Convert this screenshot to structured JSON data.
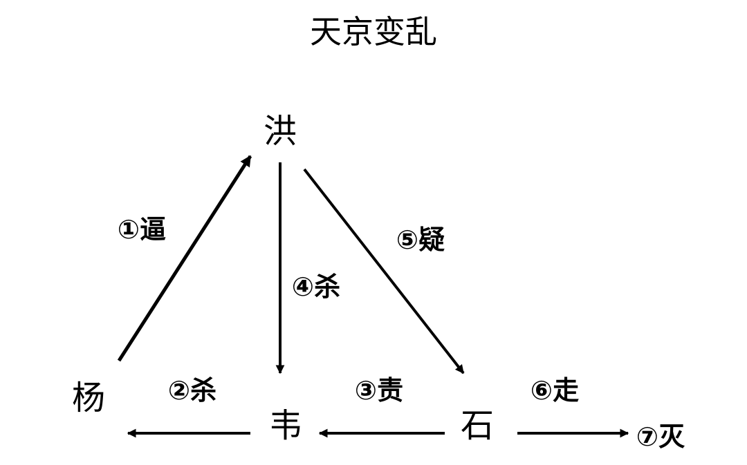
{
  "title": "天京变乱",
  "colors": {
    "ink": "#000000",
    "background": "#ffffff"
  },
  "nodes": {
    "hong": "洪",
    "yang": "杨",
    "wei": "韦",
    "shi": "石",
    "mie": "⑦灭"
  },
  "edges": {
    "yang_to_hong": "①逼",
    "wei_to_yang": "②杀",
    "shi_to_wei": "③责",
    "hong_to_wei": "④杀",
    "hong_to_shi": "⑤疑",
    "shi_to_mie": "⑥走"
  }
}
